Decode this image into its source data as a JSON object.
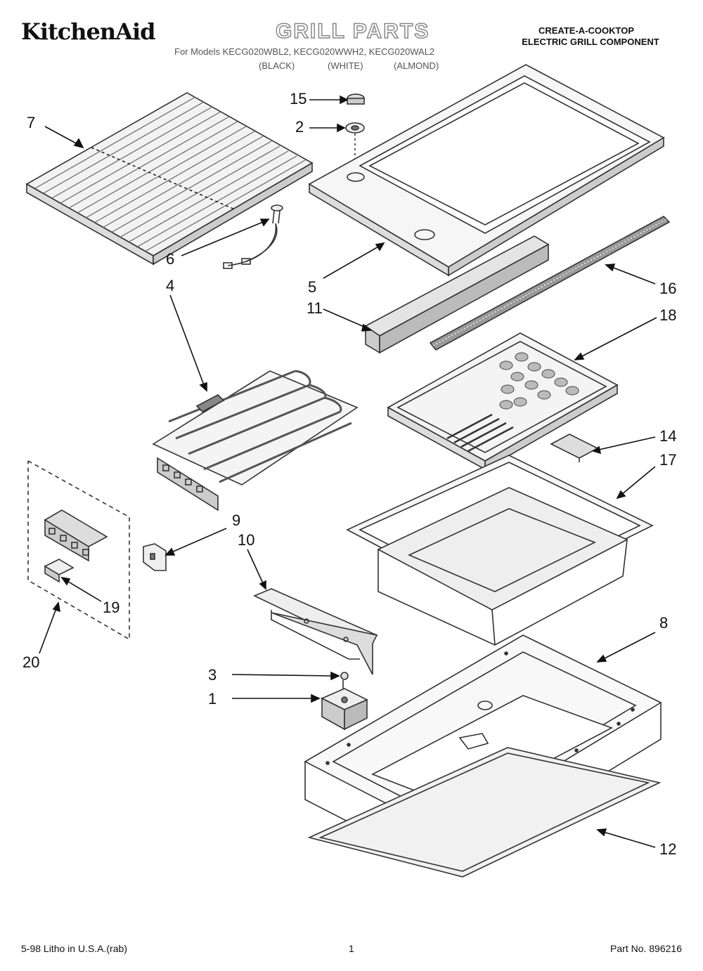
{
  "header": {
    "brand": "KitchenAid",
    "title": "GRILL PARTS",
    "product_line": "CREATE-A-COOKTOP",
    "component": "ELECTRIC GRILL COMPONENT",
    "models": "For Models KECG020WBL2, KECG020WWH2, KECG020WAL2",
    "colors": [
      "(BLACK)",
      "(WHITE)",
      "(ALMOND)"
    ]
  },
  "callouts": [
    "15",
    "2",
    "7",
    "6",
    "5",
    "16",
    "4",
    "11",
    "18",
    "14",
    "17",
    "9",
    "10",
    "19",
    "20",
    "8",
    "3",
    "1",
    "12"
  ],
  "footer": {
    "lithograph": "5-98 Litho in U.S.A.(rab)",
    "page": "1",
    "part_number": "Part No. 896216"
  },
  "colors": {
    "ink": "#111111",
    "line": "#333333",
    "title_outline": "#888888"
  }
}
